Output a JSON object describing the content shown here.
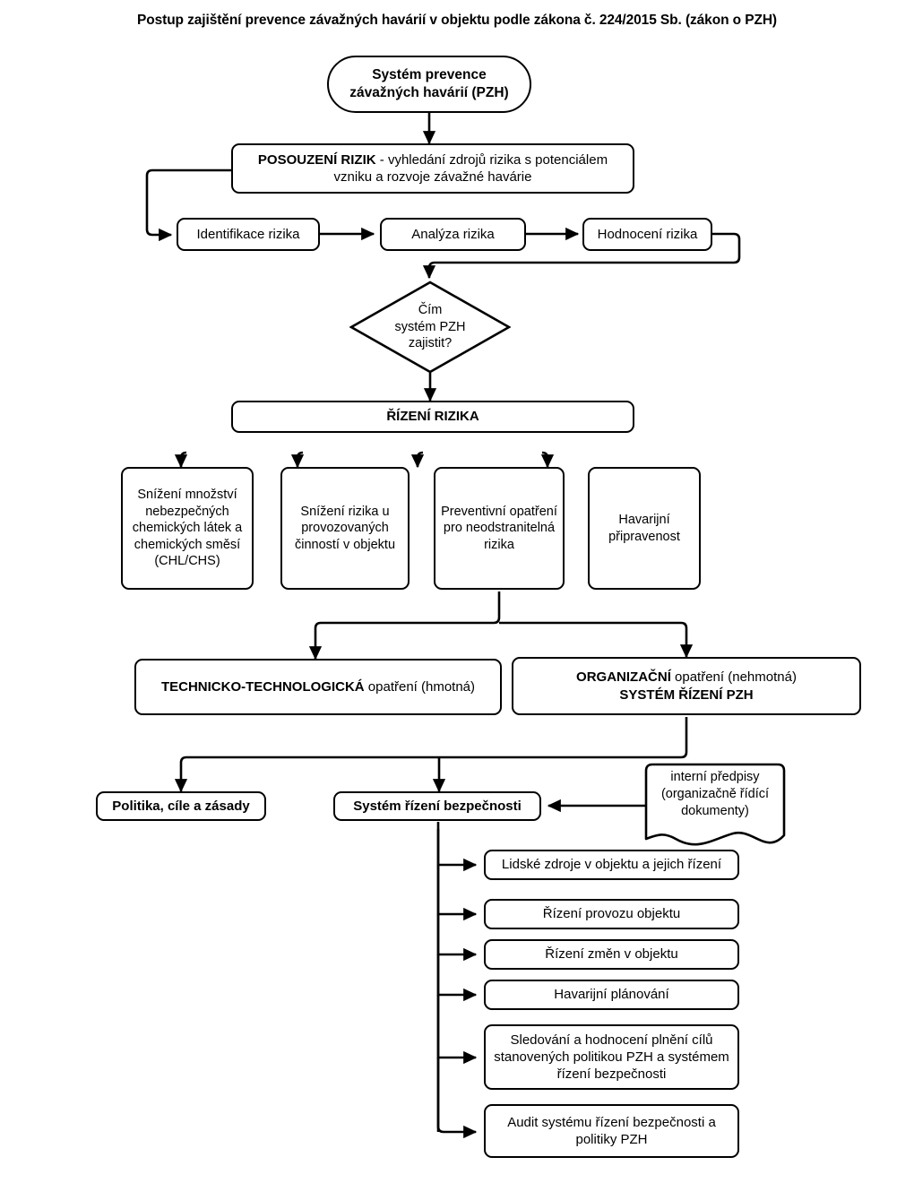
{
  "title": "Postup zajištění prevence závažných havárií v objektu podle zákona č. 224/2015 Sb. (zákon o PZH)",
  "nodes": {
    "start": "Systém prevence\nzávažných havárií (PZH)",
    "assessment_bold": "POSOUZENÍ RIZIK",
    "assessment_rest": " - vyhledání zdrojů rizika s potenciálem vzniku a rozvoje závažné havárie",
    "identification": "Identifikace rizika",
    "analysis": "Analýza rizika",
    "evaluation": "Hodnocení rizika",
    "decision": "Čím\nsystém PZH\nzajistit?",
    "risk_management": "ŘÍZENÍ RIZIKA",
    "measures": [
      "Snížení množství nebezpečných chemických látek a chemických směsí (CHL/CHS)",
      "Snížení rizika u provozovaných činností v objektu",
      "Preventivní opatření pro neodstranitelná rizika",
      "Havarijní připravenost"
    ],
    "technical_bold": "TECHNICKO-TECHNOLOGICKÁ",
    "technical_rest": " opatření (hmotná)",
    "organizational_bold": "ORGANIZAČNÍ",
    "organizational_rest": " opatření (nehmotná)",
    "organizational_line2": "SYSTÉM ŘÍZENÍ PZH",
    "policy": "Politika, cíle a zásady",
    "safety_system": "Systém řízení bezpečnosti",
    "internal_docs": "interní předpisy\n(organizačně řídící\ndokumenty)",
    "elements": [
      "Lidské zdroje v objektu a jejich řízení",
      "Řízení provozu objektu",
      "Řízení změn v objektu",
      "Havarijní plánování",
      "Sledování a hodnocení plnění cílů stanovených politikou PZH a systémem řízení bezpečnosti",
      "Audit systému řízení bezpečnosti a politiky PZH"
    ]
  },
  "colors": {
    "stroke": "#000000",
    "fill": "#ffffff",
    "text": "#000000"
  }
}
